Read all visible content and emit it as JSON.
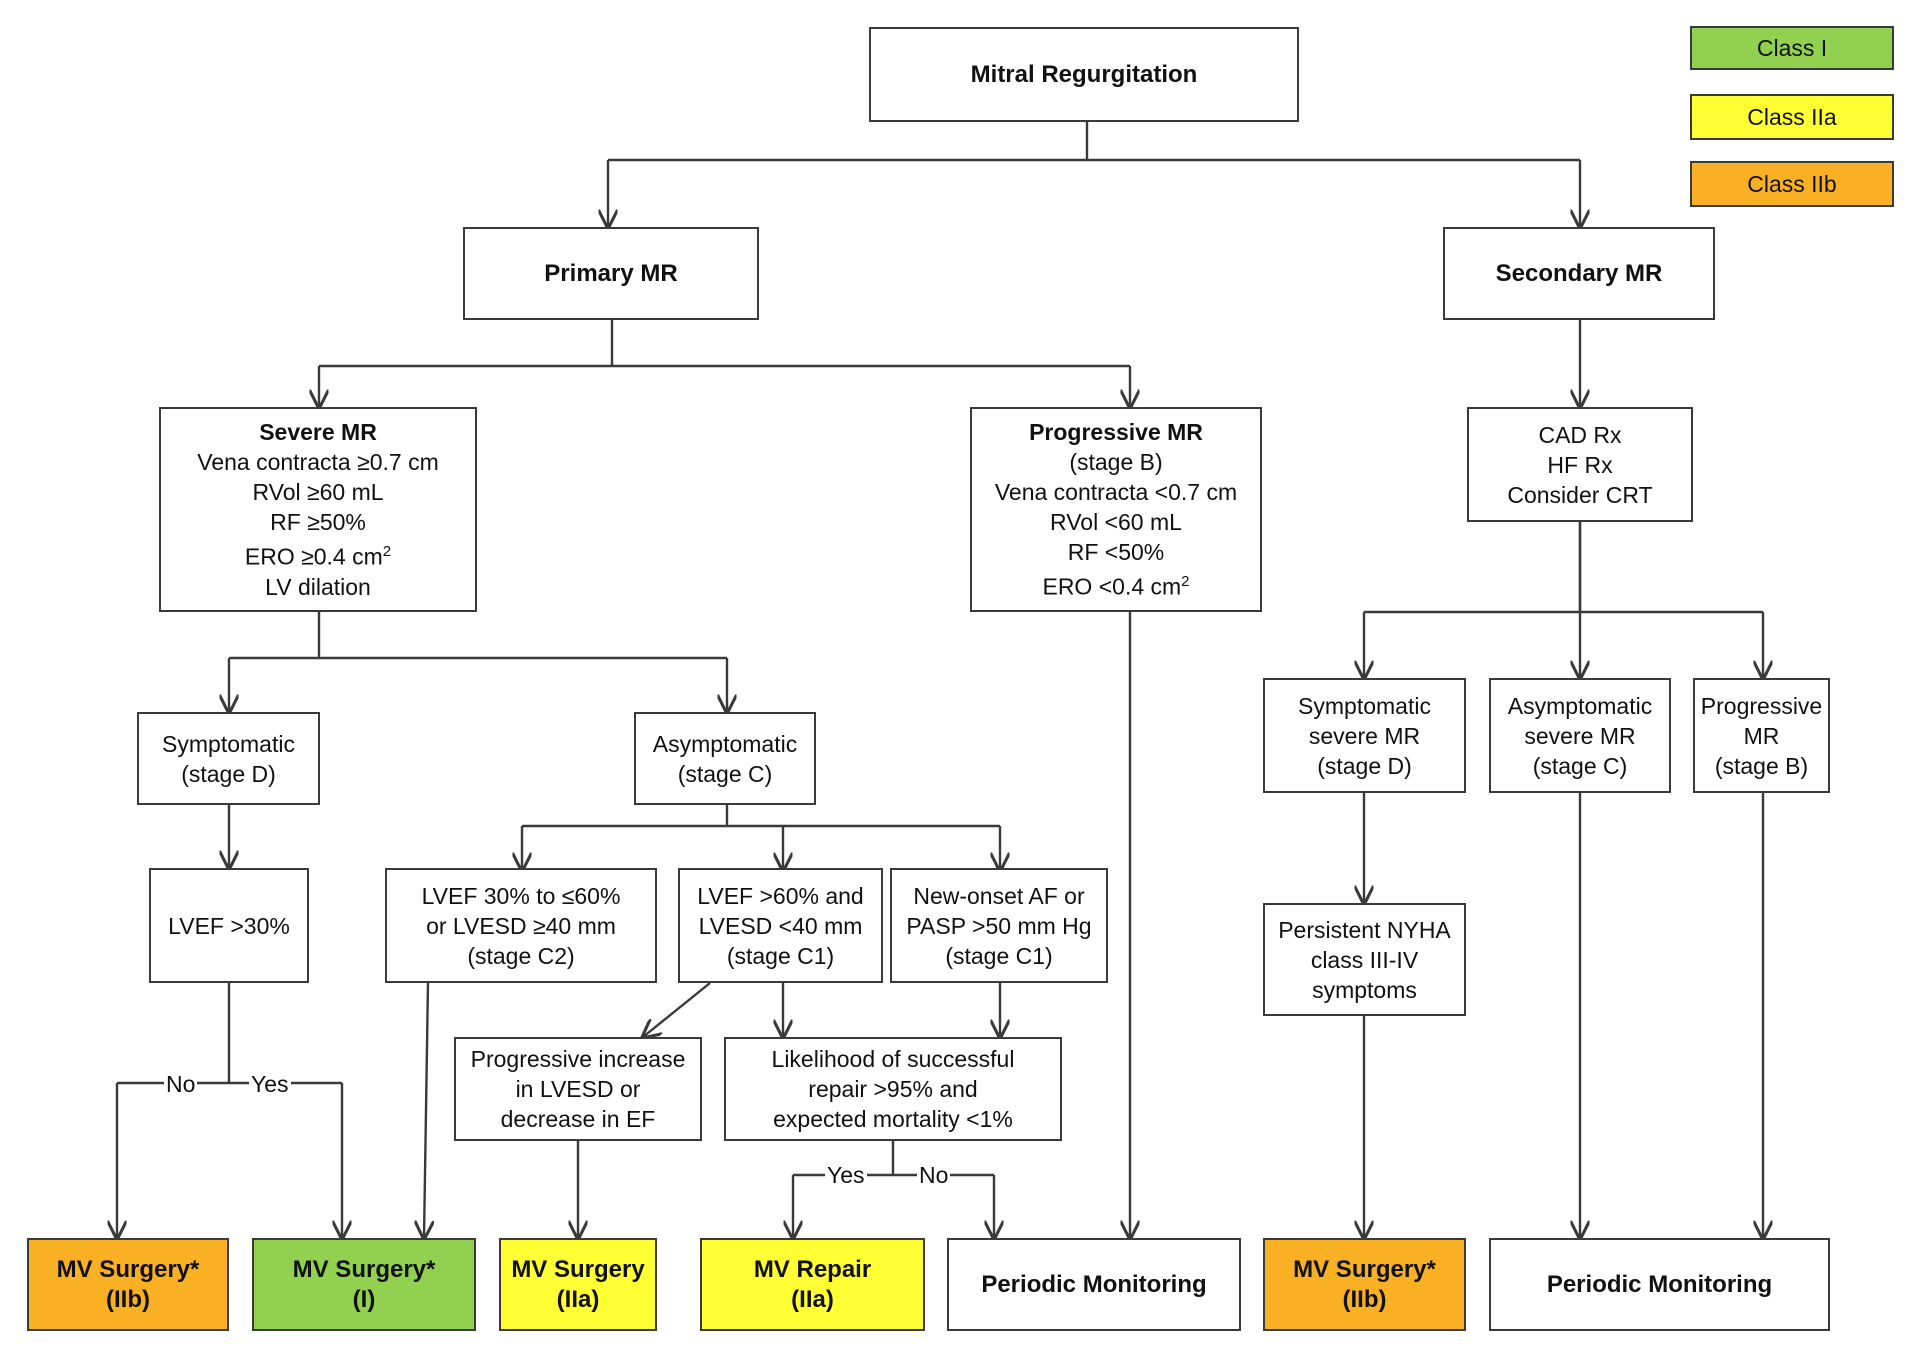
{
  "colors": {
    "class_i": "#92d050",
    "class_iia": "#ffff33",
    "class_iib": "#f9b123",
    "line": "#3a3a3a"
  },
  "legend": {
    "class_i": "Class I",
    "class_iia": "Class IIa",
    "class_iib": "Class IIb"
  },
  "root": {
    "title": "Mitral Regurgitation"
  },
  "primary": {
    "title": "Primary MR"
  },
  "secondary": {
    "title": "Secondary MR"
  },
  "severe": {
    "title": "Severe MR",
    "lines": [
      "Vena contracta ≥0.7 cm",
      "RVol ≥60 mL",
      "RF ≥50%",
      "ERO ≥0.4 cm",
      "LV dilation"
    ],
    "sup": "2"
  },
  "progressive": {
    "title": "Progressive MR",
    "lines": [
      "(stage B)",
      "Vena contracta <0.7 cm",
      "RVol <60 mL",
      "RF <50%",
      "ERO <0.4 cm"
    ],
    "sup": "2"
  },
  "cad": {
    "lines": [
      "CAD Rx",
      "HF Rx",
      "Consider CRT"
    ]
  },
  "sym_d": {
    "lines": [
      "Symptomatic",
      "(stage D)"
    ]
  },
  "asym_c": {
    "lines": [
      "Asymptomatic",
      "(stage C)"
    ]
  },
  "lvef30": {
    "text": "LVEF >30%"
  },
  "c2": {
    "lines": [
      "LVEF 30% to ≤60%",
      "or LVESD ≥40 mm",
      "(stage C2)"
    ]
  },
  "c1a": {
    "lines": [
      "LVEF >60% and",
      "LVESD <40 mm",
      "(stage C1)"
    ]
  },
  "c1b": {
    "lines": [
      "New-onset AF or",
      "PASP >50 mm Hg",
      "(stage C1)"
    ]
  },
  "prog_inc": {
    "lines": [
      "Progressive increase",
      "in LVESD or",
      "decrease in EF"
    ]
  },
  "likely": {
    "lines": [
      "Likelihood of successful",
      "repair >95% and",
      "expected mortality <1%"
    ]
  },
  "sec_sym": {
    "lines": [
      "Symptomatic",
      "severe MR",
      "(stage D)"
    ]
  },
  "sec_asym": {
    "lines": [
      "Asymptomatic",
      "severe MR",
      "(stage C)"
    ]
  },
  "sec_prog": {
    "lines": [
      "Progressive",
      "MR",
      "(stage B)"
    ]
  },
  "nyha": {
    "lines": [
      "Persistent NYHA",
      "class III-IV",
      "symptoms"
    ]
  },
  "edge_labels": {
    "no1": "No",
    "yes1": "Yes",
    "yes2": "Yes",
    "no2": "No"
  },
  "outcomes": {
    "mvs_iib_1": {
      "title": "MV Surgery*",
      "cls": "(IIb)"
    },
    "mvs_i": {
      "title": "MV Surgery*",
      "cls": "(I)"
    },
    "mvs_iia": {
      "title": "MV Surgery",
      "cls": "(IIa)"
    },
    "mvr_iia": {
      "title": "MV Repair",
      "cls": "(IIa)"
    },
    "pm_1": {
      "title": "Periodic Monitoring"
    },
    "mvs_iib_2": {
      "title": "MV Surgery*",
      "cls": "(IIb)"
    },
    "pm_2": {
      "title": "Periodic Monitoring"
    }
  }
}
